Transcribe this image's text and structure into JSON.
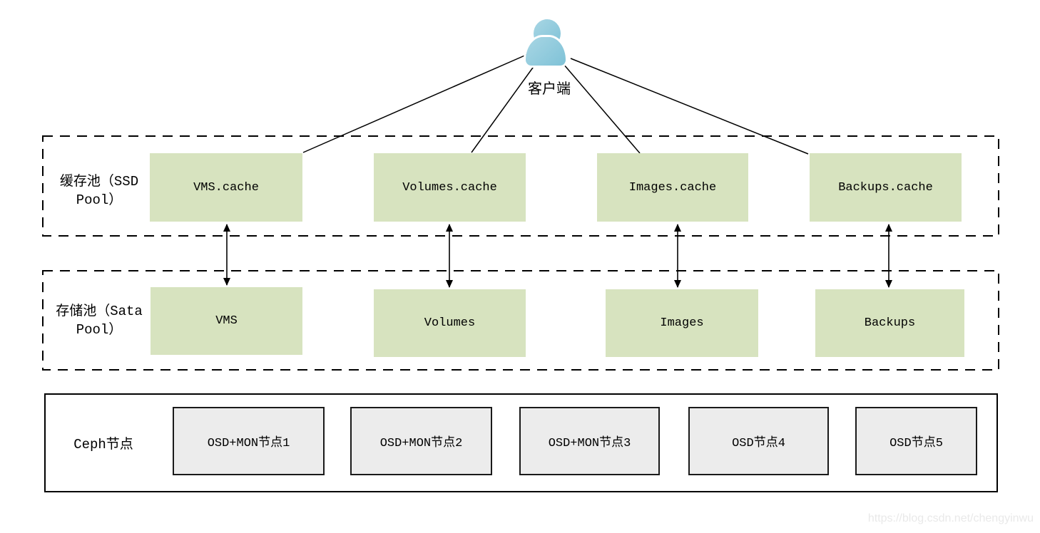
{
  "client": {
    "label": "客户端"
  },
  "cache_pool": {
    "label_line1": "缓存池（SSD",
    "label_line2": "Pool）",
    "boxes": [
      "VMS.cache",
      "Volumes.cache",
      "Images.cache",
      "Backups.cache"
    ]
  },
  "storage_pool": {
    "label_line1": "存储池（Sata",
    "label_line2": "Pool）",
    "boxes": [
      "VMS",
      "Volumes",
      "Images",
      "Backups"
    ]
  },
  "ceph_nodes": {
    "label": "Ceph节点",
    "boxes": [
      "OSD+MON节点1",
      "OSD+MON节点2",
      "OSD+MON节点3",
      "OSD节点4",
      "OSD节点5"
    ]
  },
  "watermark": "https://blog.csdn.net/chengyinwu",
  "colors": {
    "pool_box_fill": "#d7e3bf",
    "node_box_fill": "#ececec",
    "node_box_border": "#1a1a1a",
    "client_blue": "#8cc7da",
    "line": "#000000",
    "watermark_gray": "#e9e9e9"
  }
}
